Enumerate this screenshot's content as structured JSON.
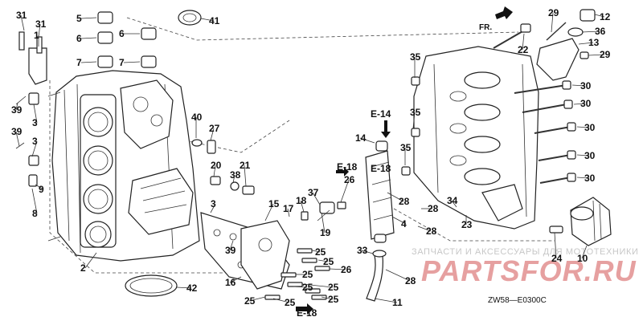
{
  "labels": [
    {
      "t": "31",
      "k": "31a"
    },
    {
      "t": "31",
      "k": "31b"
    },
    {
      "t": "1",
      "k": "1"
    },
    {
      "t": "5",
      "k": "5a"
    },
    {
      "t": "6",
      "k": "6a"
    },
    {
      "t": "7",
      "k": "7a"
    },
    {
      "t": "6",
      "k": "6b"
    },
    {
      "t": "7",
      "k": "7b"
    },
    {
      "t": "41",
      "k": "41"
    },
    {
      "t": "39",
      "k": "39a"
    },
    {
      "t": "3",
      "k": "3a"
    },
    {
      "t": "39",
      "k": "39b"
    },
    {
      "t": "3",
      "k": "3b"
    },
    {
      "t": "9",
      "k": "9"
    },
    {
      "t": "8",
      "k": "8"
    },
    {
      "t": "2",
      "k": "2"
    },
    {
      "t": "42",
      "k": "42"
    },
    {
      "t": "40",
      "k": "40"
    },
    {
      "t": "27",
      "k": "27"
    },
    {
      "t": "20",
      "k": "20"
    },
    {
      "t": "38",
      "k": "38"
    },
    {
      "t": "21",
      "k": "21"
    },
    {
      "t": "3",
      "k": "3c"
    },
    {
      "t": "15",
      "k": "15"
    },
    {
      "t": "18",
      "k": "18"
    },
    {
      "t": "17",
      "k": "17"
    },
    {
      "t": "37",
      "k": "37"
    },
    {
      "t": "19",
      "k": "19"
    },
    {
      "t": "26",
      "k": "26a"
    },
    {
      "t": "39",
      "k": "39c"
    },
    {
      "t": "16",
      "k": "16"
    },
    {
      "t": "25",
      "k": "25a"
    },
    {
      "t": "25",
      "k": "25b"
    },
    {
      "t": "26",
      "k": "26b"
    },
    {
      "t": "25",
      "k": "25c"
    },
    {
      "t": "25",
      "k": "25d"
    },
    {
      "t": "25",
      "k": "25e"
    },
    {
      "t": "25",
      "k": "25f"
    },
    {
      "t": "25",
      "k": "25g"
    },
    {
      "t": "25",
      "k": "25h"
    },
    {
      "t": "14",
      "k": "14"
    },
    {
      "t": "4",
      "k": "4"
    },
    {
      "t": "28",
      "k": "28a"
    },
    {
      "t": "28",
      "k": "28b"
    },
    {
      "t": "28",
      "k": "28c"
    },
    {
      "t": "33",
      "k": "33"
    },
    {
      "t": "28",
      "k": "28d"
    },
    {
      "t": "11",
      "k": "11"
    },
    {
      "t": "35",
      "k": "35a"
    },
    {
      "t": "35",
      "k": "35b"
    },
    {
      "t": "35",
      "k": "35c"
    },
    {
      "t": "34",
      "k": "34"
    },
    {
      "t": "23",
      "k": "23"
    },
    {
      "t": "22",
      "k": "22"
    },
    {
      "t": "29",
      "k": "29a"
    },
    {
      "t": "12",
      "k": "12"
    },
    {
      "t": "36",
      "k": "36"
    },
    {
      "t": "13",
      "k": "13"
    },
    {
      "t": "29",
      "k": "29b"
    },
    {
      "t": "30",
      "k": "30a"
    },
    {
      "t": "30",
      "k": "30b"
    },
    {
      "t": "30",
      "k": "30c"
    },
    {
      "t": "30",
      "k": "30d"
    },
    {
      "t": "30",
      "k": "30e"
    },
    {
      "t": "24",
      "k": "24"
    },
    {
      "t": "10",
      "k": "10"
    }
  ],
  "refs": {
    "e14": "E-14",
    "e18a": "E-18",
    "e18b": "E-18",
    "e18c": "E-18"
  },
  "direction": "FR.",
  "diagram_code": "ZW58—E0300C",
  "watermark": {
    "tagline": "ЗАПЧАСТИ И АКСЕССУАРЫ ДЛЯ МОТОТЕХНИКИ",
    "brand": "PARTSFOR.RU"
  }
}
